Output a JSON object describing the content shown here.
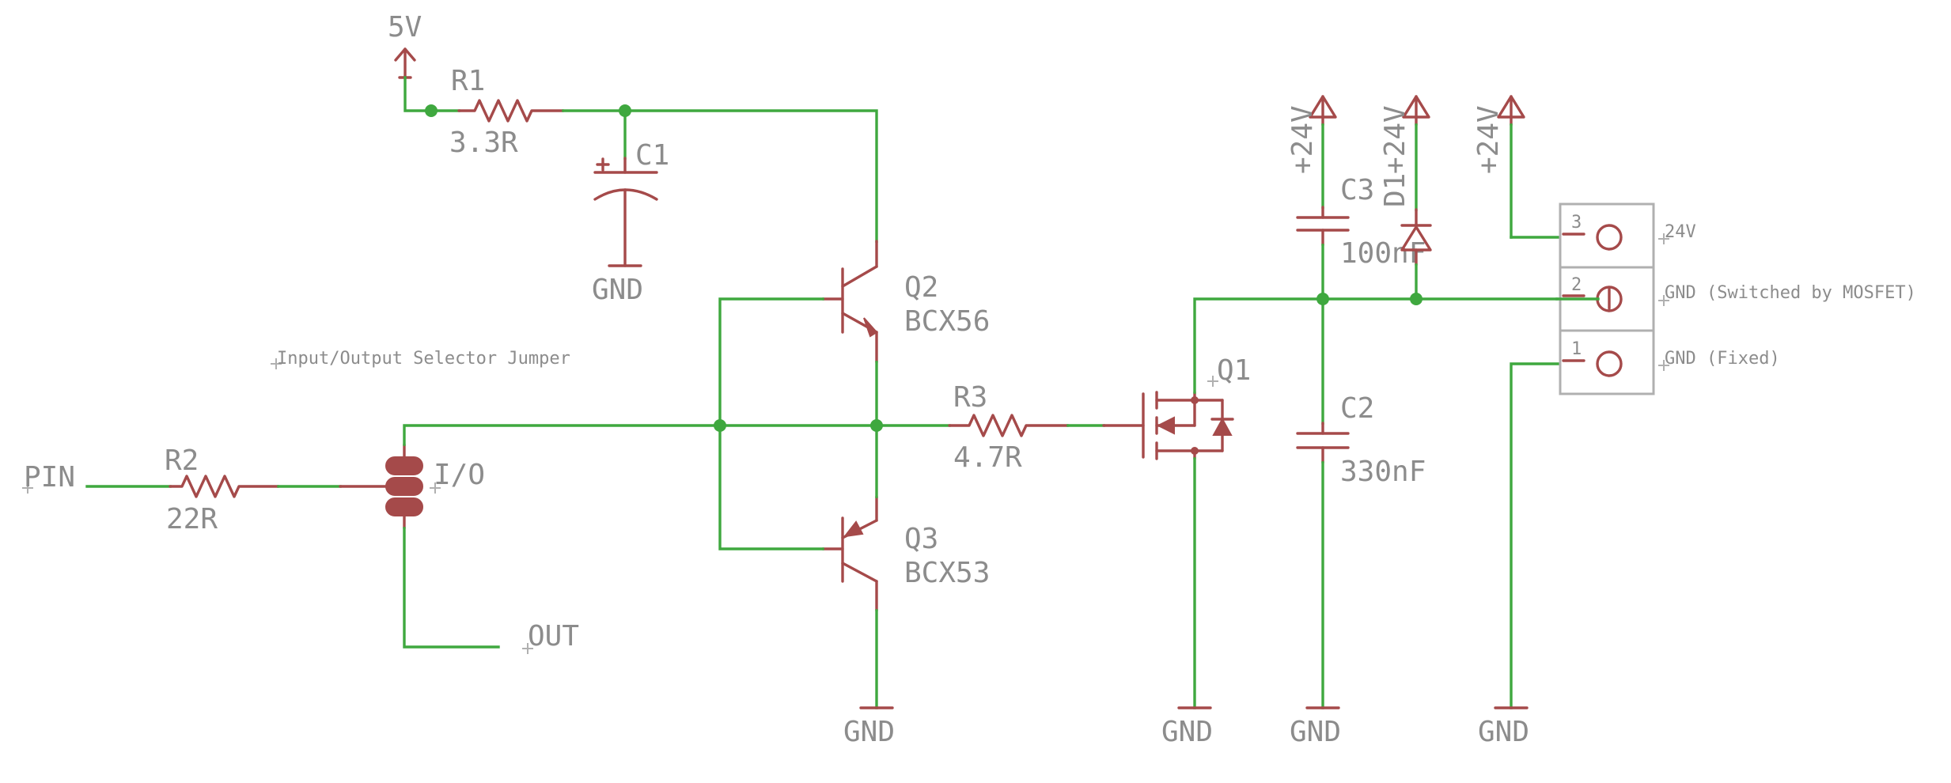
{
  "supply": {
    "v5": "5V",
    "v24": "+24V"
  },
  "ground": "GND",
  "r1": {
    "name": "R1",
    "value": "3.3R"
  },
  "r2": {
    "name": "R2",
    "value": "22R"
  },
  "r3": {
    "name": "R3",
    "value": "4.7R"
  },
  "c1": {
    "name": "C1"
  },
  "c2": {
    "name": "C2",
    "value": "330nF"
  },
  "c3": {
    "name": "C3",
    "value": "100nF"
  },
  "d1": {
    "name": "D1"
  },
  "q1": {
    "name": "Q1"
  },
  "q2": {
    "name": "Q2",
    "value": "BCX56"
  },
  "q3": {
    "name": "Q3",
    "value": "BCX53"
  },
  "jumper": {
    "name": "I/O",
    "note": "Input/Output Selector Jumper"
  },
  "ports": {
    "pin": "PIN",
    "out": "OUT"
  },
  "connector": {
    "pins": [
      {
        "num": "3",
        "label": "24V"
      },
      {
        "num": "2",
        "label": "GND (Switched by MOSFET)"
      },
      {
        "num": "1",
        "label": "GND (Fixed)"
      }
    ]
  },
  "colors": {
    "wire": "#3fa83f",
    "symbol": "#a54a4a",
    "text": "#8c8c8c",
    "frame": "#b0b0b0"
  }
}
